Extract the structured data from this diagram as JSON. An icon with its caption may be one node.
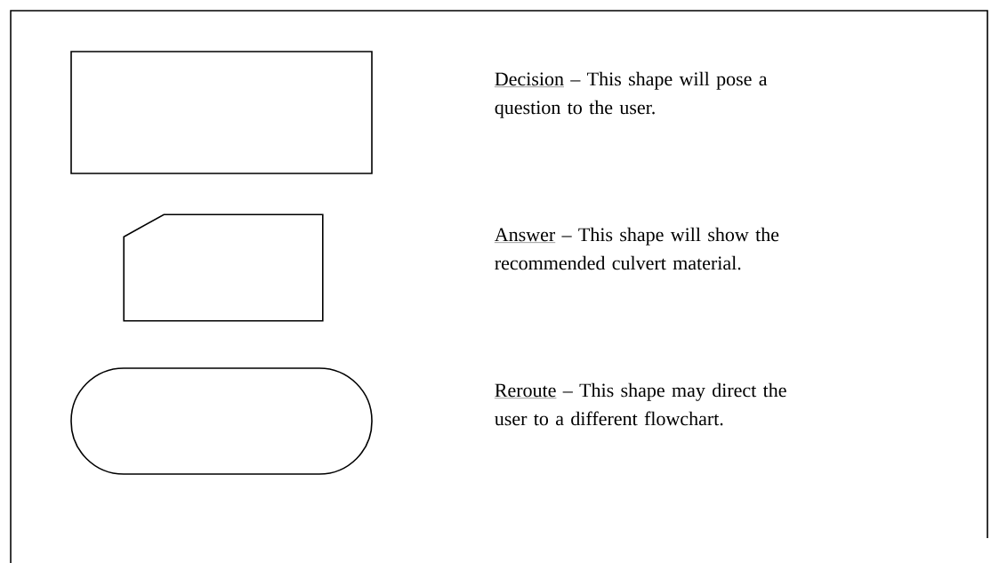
{
  "diagram": {
    "nodes": [
      {
        "text": [],
        "shape": "box",
        "beside": [
          "Decision",
          "– This shape will pose a question to the user."
        ]
      },
      {
        "text": [],
        "shape": "card",
        "beside": [
          "Answer",
          "– This shape will show the recommended culvert material."
        ]
      },
      {
        "text": [],
        "shape": "stadium",
        "beside": [
          "Reroute",
          "– This shape may direct the user to a different flowchart."
        ]
      }
    ]
  }
}
